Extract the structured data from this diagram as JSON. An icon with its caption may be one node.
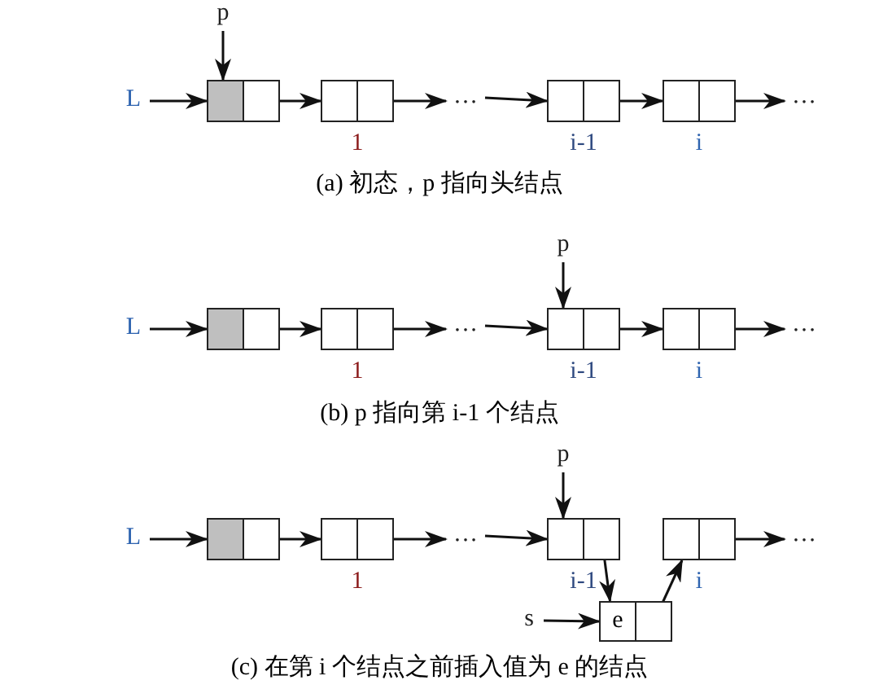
{
  "diagram": {
    "nodes": [
      {
        "text": [
          "L"
        ]
      },
      {
        "text": [
          "p"
        ]
      },
      {
        "text": [],
        "shape": "box"
      },
      {
        "text": [],
        "shape": "box",
        "beside": [
          "1"
        ]
      },
      {
        "text": [
          "…"
        ]
      },
      {
        "text": [],
        "shape": "box",
        "beside": [
          "i-1"
        ]
      },
      {
        "text": [],
        "shape": "box",
        "beside": [
          "i"
        ]
      },
      {
        "text": [
          "…"
        ]
      },
      {
        "text": [
          "L"
        ]
      },
      {
        "text": [
          "p"
        ]
      },
      {
        "text": [],
        "shape": "box"
      },
      {
        "text": [],
        "shape": "box",
        "beside": [
          "1"
        ]
      },
      {
        "text": [
          "…"
        ]
      },
      {
        "text": [],
        "shape": "box",
        "beside": [
          "i-1"
        ]
      },
      {
        "text": [],
        "shape": "box",
        "beside": [
          "i"
        ]
      },
      {
        "text": [
          "…"
        ]
      },
      {
        "text": [
          "L"
        ]
      },
      {
        "text": [
          "p"
        ]
      },
      {
        "text": [],
        "shape": "box"
      },
      {
        "text": [],
        "shape": "box",
        "beside": [
          "1"
        ]
      },
      {
        "text": [
          "…"
        ]
      },
      {
        "text": [],
        "shape": "box",
        "beside": [
          "i-1"
        ]
      },
      {
        "text": [],
        "shape": "box",
        "beside": [
          "i"
        ]
      },
      {
        "text": [
          "…"
        ]
      },
      {
        "text": [
          "s"
        ]
      },
      {
        "text": [
          "e"
        ]
      }
    ],
    "edges": [
      {
        "from": 0,
        "to": 2,
        "arrow": "to"
      },
      {
        "from": 1,
        "to": 2,
        "arrow": "to"
      },
      {
        "from": 2,
        "to": 3,
        "arrow": "to"
      },
      {
        "from": 3,
        "to": 4,
        "arrow": "to"
      },
      {
        "from": 4,
        "to": 5,
        "arrow": "to"
      },
      {
        "from": 5,
        "to": 6,
        "arrow": "to"
      },
      {
        "from": 6,
        "to": 7,
        "arrow": "to"
      },
      {
        "from": 8,
        "to": 10,
        "arrow": "to"
      },
      {
        "from": 10,
        "to": 11,
        "arrow": "to"
      },
      {
        "from": 11,
        "to": 12,
        "arrow": "to"
      },
      {
        "from": 12,
        "to": 13,
        "arrow": "to"
      },
      {
        "from": 9,
        "to": 13,
        "arrow": "to"
      },
      {
        "from": 13,
        "to": 14,
        "arrow": "to"
      },
      {
        "from": 14,
        "to": 15,
        "arrow": "to"
      },
      {
        "from": 16,
        "to": 18,
        "arrow": "to"
      },
      {
        "from": 18,
        "to": 19,
        "arrow": "to"
      },
      {
        "from": 19,
        "to": 20,
        "arrow": "to"
      },
      {
        "from": 20,
        "to": 21,
        "arrow": "to"
      },
      {
        "from": 17,
        "to": 21,
        "arrow": "to"
      },
      {
        "from": 21,
        "to": 25,
        "arrow": "to"
      },
      {
        "from": 25,
        "to": 22,
        "arrow": "to"
      },
      {
        "from": 22,
        "to": 23,
        "arrow": "to"
      },
      {
        "from": 24,
        "to": 25,
        "arrow": "to"
      }
    ],
    "labels": [
      "(a) 初态，p 指向头结点",
      "(b) p 指向第 i-1 个结点",
      "(c) 在第 i 个结点之前插入值为 e 的结点"
    ]
  }
}
